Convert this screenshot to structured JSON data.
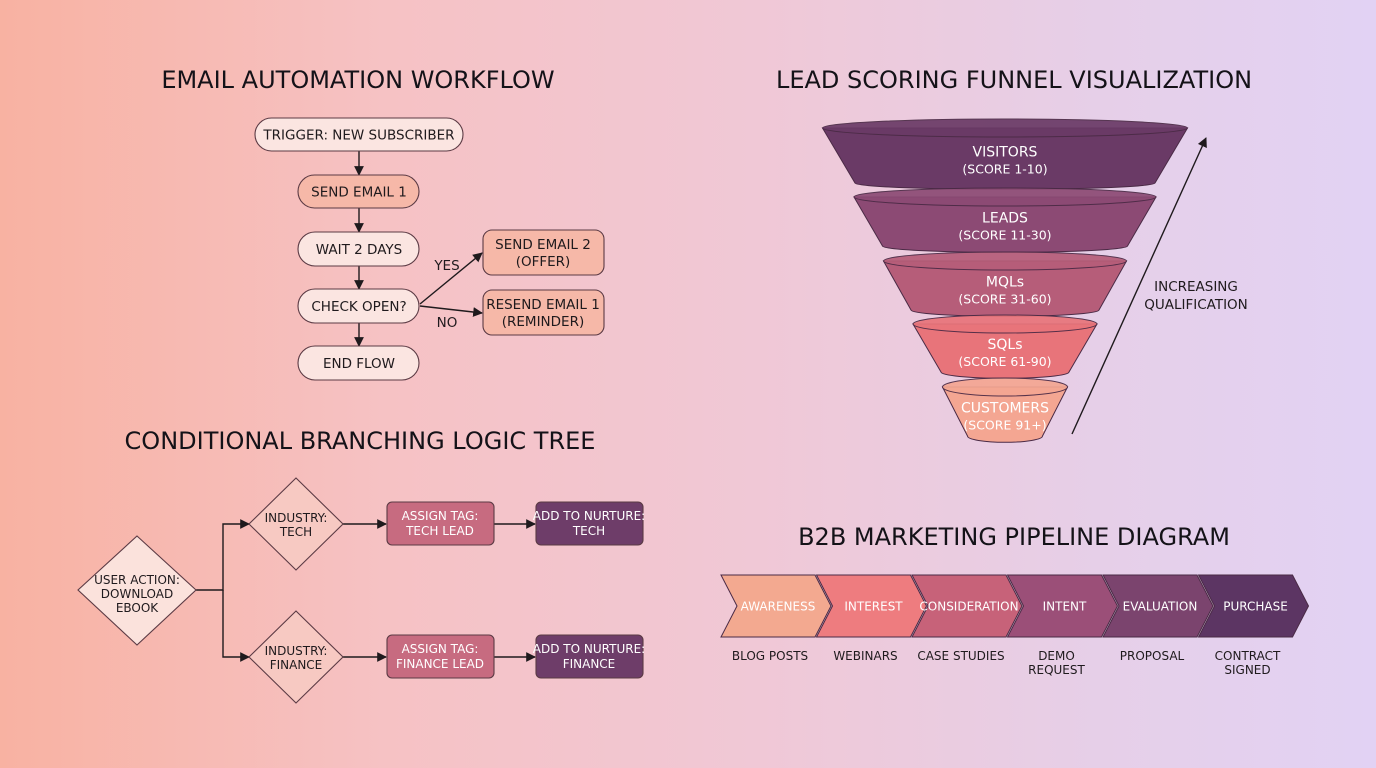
{
  "email_workflow": {
    "title": "EMAIL AUTOMATION WORKFLOW",
    "nodes": {
      "trigger": "TRIGGER: NEW SUBSCRIBER",
      "send1": "SEND EMAIL 1",
      "wait": "WAIT 2 DAYS",
      "check": "CHECK OPEN?",
      "end": "END FLOW",
      "send2_line1": "SEND EMAIL 2",
      "send2_line2": "(OFFER)",
      "resend_line1": "RESEND EMAIL 1",
      "resend_line2": "(REMINDER)"
    },
    "edge_labels": {
      "yes": "YES",
      "no": "NO"
    }
  },
  "branching_tree": {
    "title": "CONDITIONAL BRANCHING LOGIC TREE",
    "root": [
      "USER ACTION:",
      "DOWNLOAD",
      "EBOOK"
    ],
    "branches": [
      {
        "condition": [
          "INDUSTRY:",
          "TECH"
        ],
        "tag": [
          "ASSIGN TAG:",
          "TECH LEAD"
        ],
        "nurture": [
          "ADD TO NURTURE:",
          "TECH"
        ]
      },
      {
        "condition": [
          "INDUSTRY:",
          "FINANCE"
        ],
        "tag": [
          "ASSIGN TAG:",
          "FINANCE LEAD"
        ],
        "nurture": [
          "ADD TO NURTURE:",
          "FINANCE"
        ]
      }
    ]
  },
  "lead_funnel": {
    "title": "LEAD SCORING FUNNEL VISUALIZATION",
    "stages": [
      {
        "label": "VISITORS",
        "score": "(SCORE 1-10)",
        "color": "#6a3a66",
        "text_color": "#ffffff"
      },
      {
        "label": "LEADS",
        "score": "(SCORE 11-30)",
        "color": "#8c4a74",
        "text_color": "#ffffff"
      },
      {
        "label": "MQLs",
        "score": "(SCORE 31-60)",
        "color": "#b65d79",
        "text_color": "#ffffff"
      },
      {
        "label": "SQLs",
        "score": "(SCORE 61-90)",
        "color": "#e8747a",
        "text_color": "#ffffff"
      },
      {
        "label": "CUSTOMERS",
        "score": "(SCORE 91+)",
        "color": "#f4a692",
        "text_color": "#ffffff"
      }
    ],
    "arrow_label": [
      "INCREASING",
      "QUALIFICATION"
    ]
  },
  "pipeline": {
    "title": "B2B MARKETING PIPELINE DIAGRAM",
    "stages": [
      {
        "label": "AWARENESS",
        "sub": [
          "BLOG POSTS"
        ],
        "color": "#f3a990"
      },
      {
        "label": "INTEREST",
        "sub": [
          "WEBINARS"
        ],
        "color": "#ee7c7f"
      },
      {
        "label": "CONSIDERATION",
        "sub": [
          "CASE STUDIES"
        ],
        "color": "#c76279"
      },
      {
        "label": "INTENT",
        "sub": [
          "DEMO",
          "REQUEST"
        ],
        "color": "#9b4f78"
      },
      {
        "label": "EVALUATION",
        "sub": [
          "PROPOSAL"
        ],
        "color": "#7b446e"
      },
      {
        "label": "PURCHASE",
        "sub": [
          "CONTRACT",
          "SIGNED"
        ],
        "color": "#5c3563"
      }
    ]
  },
  "colors": {
    "node_light": "#fbe5e1",
    "node_peach": "#f6b8a8",
    "tag_rose": "#c76b80",
    "nurture_plum": "#6e3d69",
    "diamond_fill": "#f7c9c2"
  }
}
